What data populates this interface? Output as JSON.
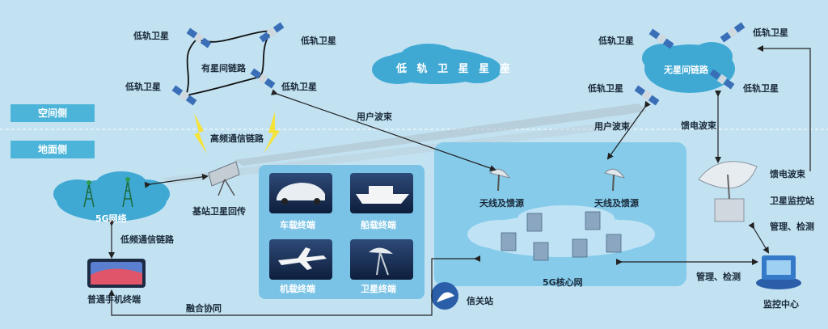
{
  "side_labels": {
    "space": "空间侧",
    "ground": "地面侧"
  },
  "constellation": {
    "title": "低 轨 卫 星 星 座"
  },
  "left_cluster": {
    "sat_tl": "低轨卫星",
    "sat_tr": "低轨卫星",
    "sat_bl": "低轨卫星",
    "sat_br": "低轨卫星",
    "link_label": "有星间链路"
  },
  "right_cluster": {
    "sat_tl": "低轨卫星",
    "sat_tr": "低轨卫星",
    "sat_bl": "低轨卫星",
    "sat_br": "低轨卫星",
    "link_label": "无星间链路"
  },
  "links": {
    "high_freq": "高频通信链路",
    "user_beam_1": "用户波束",
    "user_beam_2": "用户波束",
    "feeder_beam_1": "馈电波束",
    "feeder_beam_2": "馈电波束",
    "low_freq": "低频通信链路",
    "fusion": "融合协同",
    "mgmt_1": "管理、检测",
    "mgmt_2": "管理、检测"
  },
  "nodes": {
    "network_5g": "5G网络",
    "base_station_backhaul": "基站卫星回传",
    "phone_terminal": "普通手机终端",
    "antenna_1": "天线及馈源",
    "antenna_2": "天线及馈源",
    "core_network": "5G核心网",
    "gateway": "信关站",
    "satellite_monitor": "卫星监控站",
    "monitor_center": "监控中心"
  },
  "terminals": {
    "vehicle": "车载终端",
    "ship": "船载终端",
    "aircraft": "机载终端",
    "satellite": "卫星终端"
  }
}
